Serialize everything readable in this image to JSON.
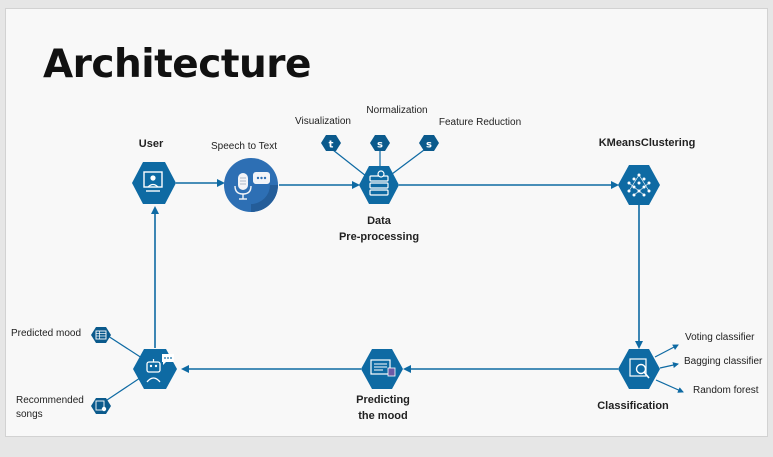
{
  "title": "Architecture",
  "nodes": {
    "user": "User",
    "speech": "Speech to Text",
    "preproc_line1": "Data",
    "preproc_line2": "Pre-processing",
    "kmeans": "KMeansClustering",
    "classification": "Classification",
    "predicting_line1": "Predicting",
    "predicting_line2": "the mood"
  },
  "preprocessing_steps": {
    "visualization": "Visualization",
    "normalization": "Normalization",
    "feature_reduction": "Feature Reduction"
  },
  "classifiers": {
    "voting": "Voting classifier",
    "bagging": "Bagging classifier",
    "random_forest": "Random forest"
  },
  "outputs": {
    "predicted_mood": "Predicted mood",
    "recommended_line1": "Recommended",
    "recommended_line2": "songs"
  },
  "colors": {
    "primary": "#0e6aa3",
    "dark": "#0b5a8c",
    "mic_bg": "#2d6fb4",
    "text": "#222222"
  }
}
